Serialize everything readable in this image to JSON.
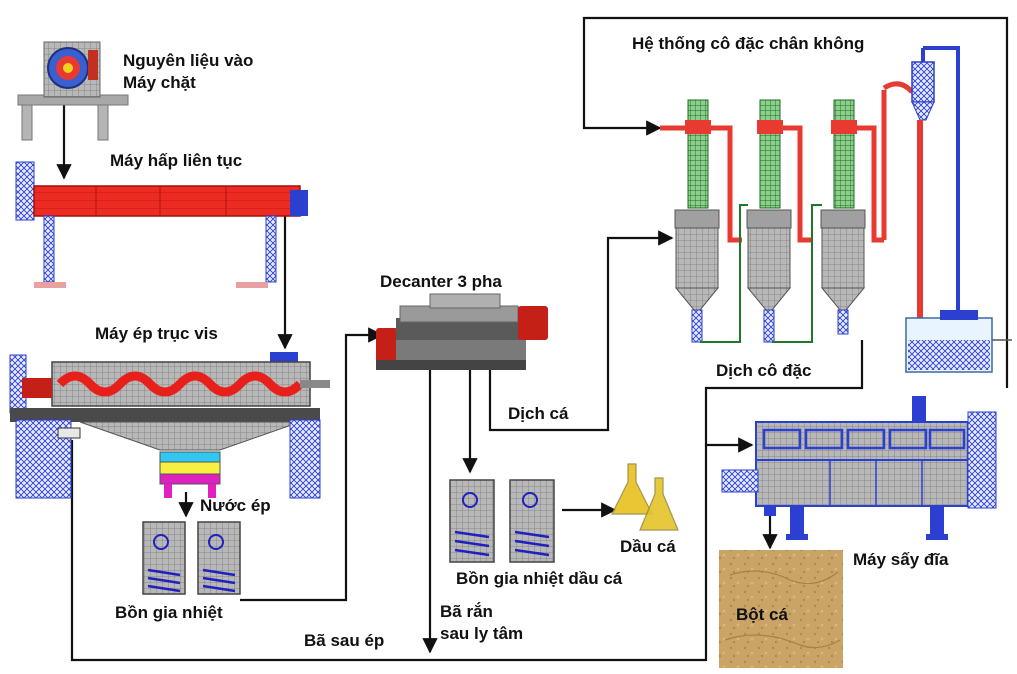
{
  "labels": {
    "raw_material_line1": "Nguyên liệu vào",
    "raw_material_line2": "Máy chặt",
    "continuous_cooker": "Máy hấp liên tục",
    "screw_press": "Máy ép trục vis",
    "decanter": "Decanter 3 pha",
    "evaporator_system": "Hệ thống cô đặc chân không",
    "concentrate": "Dịch cô đặc",
    "fish_liquid": "Dịch cá",
    "press_liquor": "Nước ép",
    "heating_tank": "Bồn gia nhiệt",
    "oil_heating_tank": "Bồn gia nhiệt dầu cá",
    "fish_oil": "Dầu cá",
    "press_cake": "Bã sau ép",
    "solid_line1": "Bã rắn",
    "solid_line2": "sau ly tâm",
    "disc_dryer": "Máy sấy đĩa",
    "fish_meal": "Bột cá"
  },
  "colors": {
    "steel_gray": "#9a9a9a",
    "blue_frame": "#2b3fd0",
    "red_body": "#e8201c",
    "green_column": "#1e7a2a",
    "pipe_red": "#e83a30",
    "fish_meal_tan": "#c8a060",
    "oil_yellow": "#e8c020",
    "tank_stripe": "#2020c0",
    "magenta": "#e020c0",
    "cyan": "#30c8f0",
    "yellow": "#f8f040"
  },
  "icons": [
    "chopper-icon",
    "cooker-icon",
    "screw-press-icon",
    "decanter-icon",
    "evaporator-icon",
    "condenser-icon",
    "tank-icon",
    "flask-icon",
    "dryer-icon",
    "fish-meal-icon"
  ]
}
